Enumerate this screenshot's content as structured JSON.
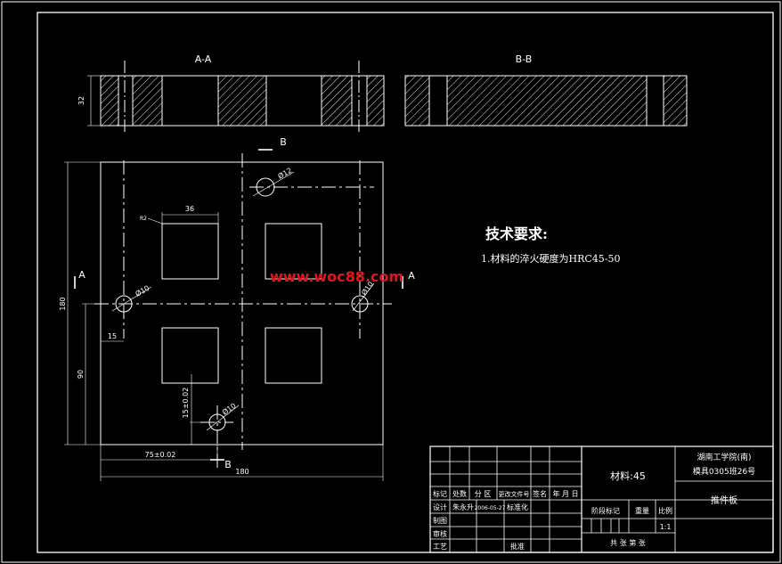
{
  "drawing": {
    "section_aa_label": "A-A",
    "section_bb_label": "B-B",
    "cut_label_a": "A",
    "cut_label_b": "B",
    "tech_req_title": "技术要求:",
    "tech_req_item": "1.材料的淬火硬度为HRC45-50",
    "watermark": "www.woc88.com",
    "dimensions": {
      "thickness": "32",
      "hole_top": "Ø12",
      "hole_left": "Ø10",
      "hole_right": "Ø10",
      "hole_bottom": "Ø10",
      "pocket_width": "36",
      "pocket_small": "R2",
      "height_total": "180",
      "height_half": "90",
      "edge_offset": "15",
      "bottom_hole_offset": "15±0.02",
      "horizontal_hole": "75±0.02",
      "width_total": "180"
    }
  },
  "title_block": {
    "institution": "湖南工学院(南)",
    "class_info": "模具0305班26号",
    "material": "材料:45",
    "part_name": "推件板",
    "scale": "1:1",
    "headers": {
      "mark": "标记",
      "count": "处数",
      "zone": "分 区",
      "change_doc": "更改文件号",
      "signature": "签名",
      "date": "年 月 日",
      "stage_mark": "阶段标记",
      "weight": "重量",
      "ratio": "比例",
      "design": "设计",
      "designer": "朱永升",
      "design_date": "2006-05-27",
      "standardize": "标准化",
      "drafting": "制图",
      "review": "审核",
      "process": "工艺",
      "approve": "批准",
      "sheets": "共  张  第  张"
    }
  },
  "colors": {
    "background": "#000000",
    "lines": "#ffffff",
    "watermark": "#e0151d"
  }
}
